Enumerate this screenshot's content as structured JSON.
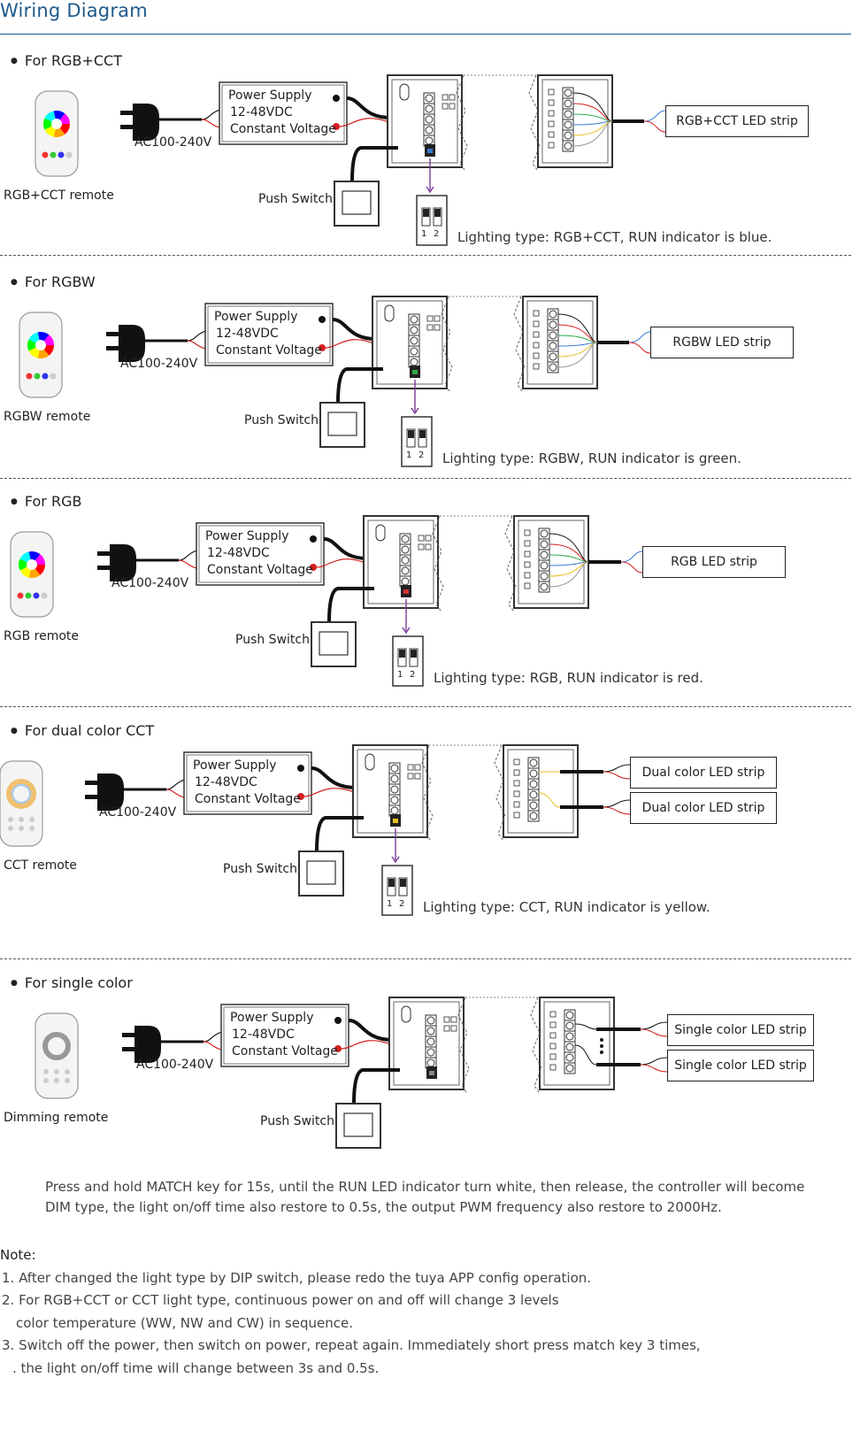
{
  "title": "Wiring Diagram",
  "common": {
    "ac_label": "AC100-240V",
    "psu_lines": [
      "Power Supply",
      "12-48VDC",
      "Constant Voltage"
    ],
    "push_switch": "Push Switch",
    "dip_numbers": [
      "1",
      "2"
    ]
  },
  "sections": [
    {
      "heading": "For RGB+CCT",
      "remote": "RGB+CCT remote",
      "strips": [
        "RGB+CCT LED strip"
      ],
      "caption": "Lighting type: RGB+CCT, RUN indicator is blue.",
      "accent": "#3a7bd5"
    },
    {
      "heading": "For RGBW",
      "remote": "RGBW remote",
      "strips": [
        "RGBW LED strip"
      ],
      "caption": "Lighting type: RGBW, RUN indicator is green.",
      "accent": "#2eaa4a"
    },
    {
      "heading": "For RGB",
      "remote": "RGB remote",
      "strips": [
        "RGB LED strip"
      ],
      "caption": "Lighting type: RGB, RUN indicator is red.",
      "accent": "#d93030"
    },
    {
      "heading": "For dual color CCT",
      "remote": "CCT remote",
      "strips": [
        "Dual color LED strip",
        "Dual color LED strip"
      ],
      "caption": "Lighting type: CCT, RUN indicator is yellow.",
      "accent": "#e8c020"
    },
    {
      "heading": "For single color",
      "remote": "Dimming remote",
      "strips": [
        "Single color LED strip",
        "Single color LED strip"
      ],
      "caption": "",
      "accent": "#888888"
    }
  ],
  "paragraph": "Press and hold MATCH key for 15s, until the RUN LED indicator turn white, then release, the controller will become DIM type, the light on/off time also restore to 0.5s, the output PWM frequency also restore to 2000Hz.",
  "notes": {
    "title": "Note:",
    "items": [
      "1. After changed the light type by DIP switch, please redo the tuya APP config operation.",
      "2. For RGB+CCT or CCT light type, continuous power on and off will change 3 levels",
      "color temperature (WW, NW and CW) in sequence.",
      "3. Switch off the power, then switch on power, repeat again. Immediately short press match key 3 times,",
      ". the light on/off time will change between 3s and 0.5s."
    ]
  },
  "colors": {
    "title": "#1f5a8c",
    "wire_red": "#d42020",
    "wire_black": "#111111",
    "arrow": "#7a3a9a"
  }
}
